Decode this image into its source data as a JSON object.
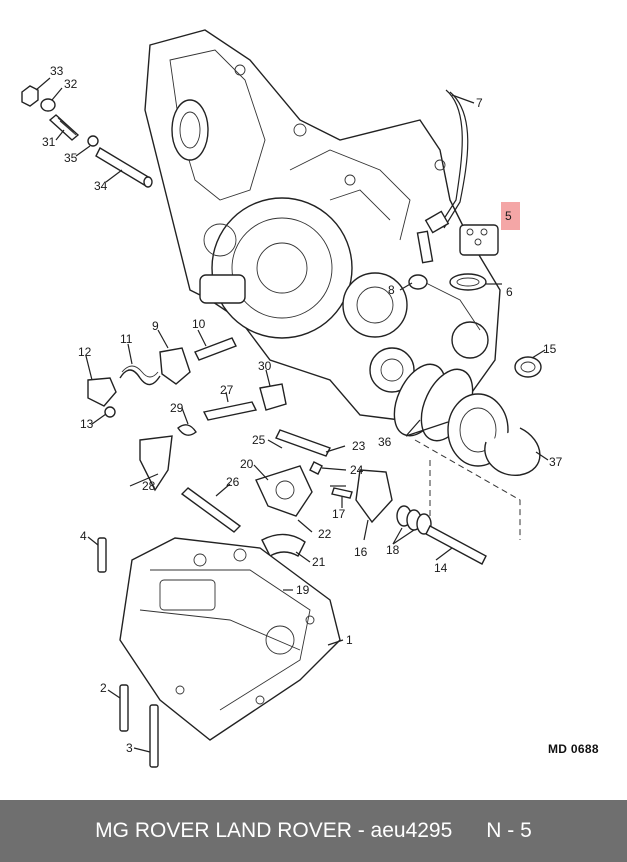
{
  "diagram": {
    "callouts": [
      "1",
      "2",
      "3",
      "4",
      "5",
      "6",
      "7",
      "8",
      "9",
      "10",
      "11",
      "12",
      "13",
      "14",
      "15",
      "16",
      "17",
      "18",
      "19",
      "20",
      "21",
      "22",
      "23",
      "24",
      "25",
      "26",
      "27",
      "28",
      "29",
      "30",
      "31",
      "32",
      "33",
      "34",
      "35",
      "36",
      "37"
    ],
    "highlight_color": "#f4a6a6",
    "reference_code": "MD 0688"
  },
  "footer": {
    "brand_text": "MG ROVER LAND ROVER - aeu4295",
    "page_label": "N - 5",
    "background_color": "#6f6f6f"
  }
}
